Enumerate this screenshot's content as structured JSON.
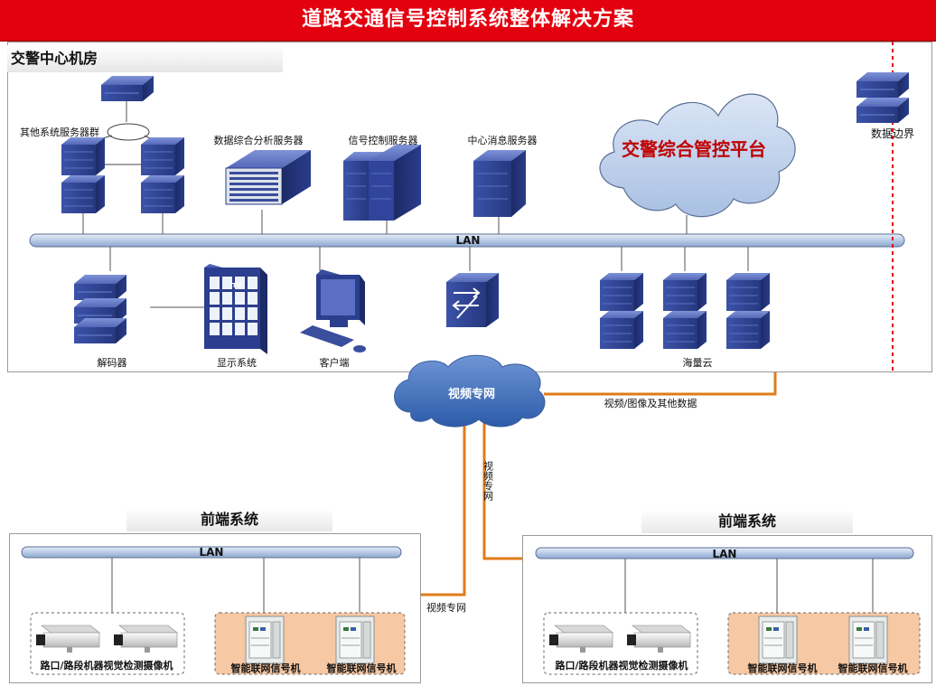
{
  "title": "道路交通信号控制系统整体解决方案",
  "center": {
    "label": "交警中心机房",
    "other_servers": "其他系统服务器群",
    "data_server": "数据综合分析服务器",
    "signal_server": "信号控制服务器",
    "msg_server": "中心消息服务器",
    "platform": "交警综合管控平台",
    "data_border": "数据边界",
    "lan": "LAN",
    "decoder": "解码器",
    "display": "显示系统",
    "tv": "TV",
    "client": "客户端",
    "cloud_storage": "海量云"
  },
  "network": {
    "video_net": "视频专网",
    "video_data": "视频/图像及其他数据",
    "vertical_label": "视频专网",
    "left_link_label": "视频专网"
  },
  "front_left": {
    "title": "前端系统",
    "lan": "LAN",
    "camera_label": "路口/路段机器视觉检测摄像机",
    "signal_1": "智能联网信号机",
    "signal_2": "智能联网信号机"
  },
  "front_right": {
    "title": "前端系统",
    "lan": "LAN",
    "camera_label": "路口/路段机器视觉检测摄像机",
    "signal_1": "智能联网信号机",
    "signal_2": "智能联网信号机"
  },
  "colors": {
    "title_bg": "#e3000f",
    "server_blue": "#2c3e8f",
    "link_orange": "#e07b1a",
    "platform_text": "#c00000",
    "lan_fill": "#c9d9ee"
  }
}
